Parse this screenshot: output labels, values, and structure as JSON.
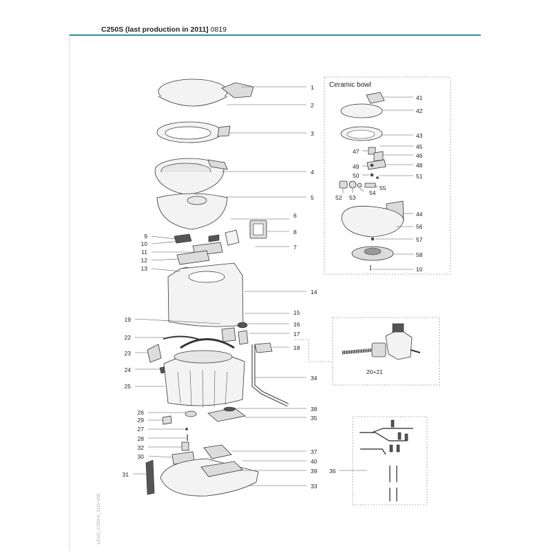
{
  "header": {
    "title": "C250S (last production in 2011)",
    "code": "| 0819"
  },
  "side_code": "LEAD_C250-S_1115-V05",
  "ceramic": {
    "title": "Ceramic bowl"
  },
  "inset_label": "20+21",
  "callouts": [
    {
      "label": "1"
    },
    {
      "label": "2"
    },
    {
      "label": "3"
    },
    {
      "label": "4"
    },
    {
      "label": "5"
    },
    {
      "label": "6"
    },
    {
      "label": "8"
    },
    {
      "label": "7"
    },
    {
      "label": "9"
    },
    {
      "label": "10"
    },
    {
      "label": "11"
    },
    {
      "label": "12"
    },
    {
      "label": "13"
    },
    {
      "label": "14"
    },
    {
      "label": "15"
    },
    {
      "label": "19"
    },
    {
      "label": "16"
    },
    {
      "label": "17"
    },
    {
      "label": "22"
    },
    {
      "label": "18"
    },
    {
      "label": "23"
    },
    {
      "label": "24"
    },
    {
      "label": "34"
    },
    {
      "label": "25"
    },
    {
      "label": "26"
    },
    {
      "label": "38"
    },
    {
      "label": "29"
    },
    {
      "label": "35"
    },
    {
      "label": "27"
    },
    {
      "label": "28"
    },
    {
      "label": "32"
    },
    {
      "label": "37"
    },
    {
      "label": "30"
    },
    {
      "label": "40"
    },
    {
      "label": "39"
    },
    {
      "label": "31"
    },
    {
      "label": "36"
    },
    {
      "label": "33"
    },
    {
      "label": "41"
    },
    {
      "label": "42"
    },
    {
      "label": "43"
    },
    {
      "label": "45"
    },
    {
      "label": "47"
    },
    {
      "label": "46"
    },
    {
      "label": "48"
    },
    {
      "label": "49"
    },
    {
      "label": "50"
    },
    {
      "label": "51"
    },
    {
      "label": "55"
    },
    {
      "label": "52"
    },
    {
      "label": "53"
    },
    {
      "label": "54"
    },
    {
      "label": "44"
    },
    {
      "label": "56"
    },
    {
      "label": "57"
    },
    {
      "label": "58"
    },
    {
      "label": "10"
    }
  ]
}
